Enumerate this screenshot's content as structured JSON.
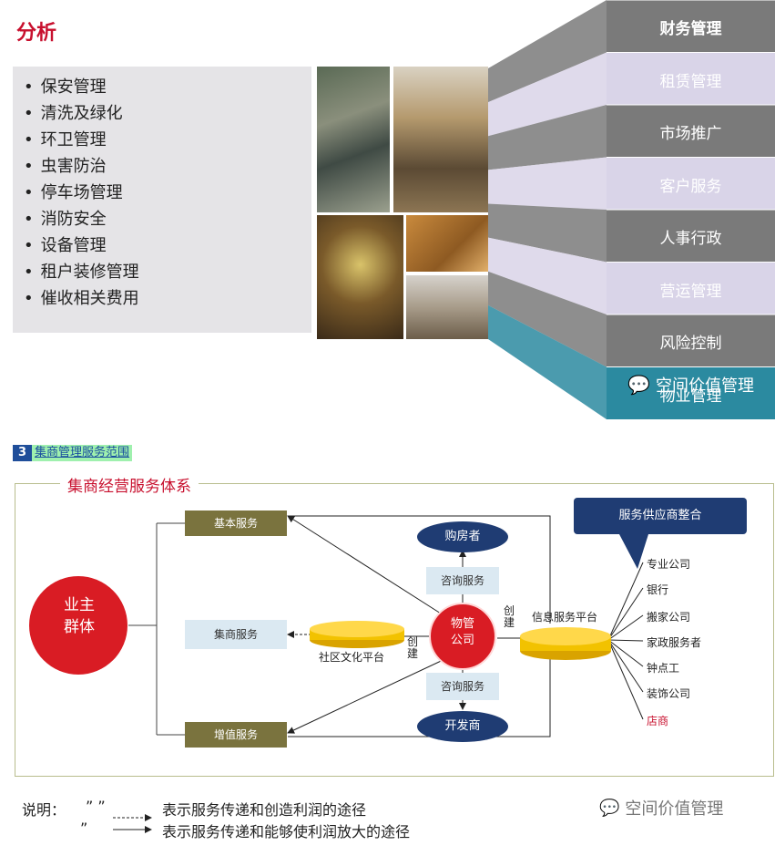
{
  "top": {
    "title": "分析",
    "services": [
      "保安管理",
      "清洗及绿化",
      "环卫管理",
      "虫害防治",
      "停车场管理",
      "消防安全",
      "设备管理",
      "租户装修管理",
      "催收相关费用"
    ],
    "mgmt_items": [
      "财务管理",
      "租赁管理",
      "市场推广",
      "客户服务",
      "人事行政",
      "营运管理",
      "风险控制",
      "物业管理"
    ],
    "mgmt_colors": [
      "#7a7a7a",
      "#d9d4e8",
      "#7a7a7a",
      "#d9d4e8",
      "#7a7a7a",
      "#d9d4e8",
      "#7a7a7a",
      "#2b8aa0"
    ],
    "watermark": "空间价值管理"
  },
  "section": {
    "number": "3",
    "title": "集商管理服务范围"
  },
  "diagram": {
    "title": "集商经营服务体系",
    "owner": "业主\n群体",
    "basic_service": "基本服务",
    "jishang_service": "集商服务",
    "value_added_service": "增值服务",
    "community_platform": "社区文化平台",
    "buyer": "购房者",
    "consult_top": "咨询服务",
    "property_co": "物管\n公司",
    "consult_bottom": "咨询服务",
    "developer": "开发商",
    "create_left": "创建",
    "create_right": "创建",
    "info_platform": "信息服务平台",
    "supplier_integration": "服务供应商整合",
    "suppliers": [
      "专业公司",
      "银行",
      "搬家公司",
      "家政服务者",
      "钟点工",
      "装饰公司",
      "店商"
    ]
  },
  "notes": {
    "label": "说明：",
    "line1_quote": "”            ”",
    "line1_text": "表示服务传递和创造利润的途径",
    "line2_quote": "”",
    "line2_text": "表示服务传递和能够使利润放大的途径",
    "watermark": "空间价值管理"
  }
}
